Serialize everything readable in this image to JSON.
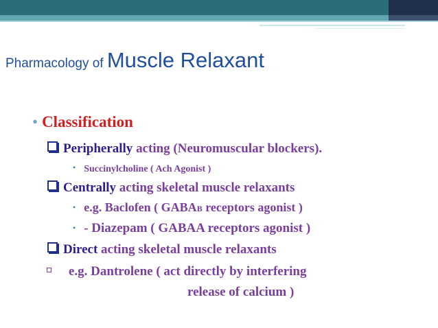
{
  "slide": {
    "title_prefix": "Pharmacology of ",
    "title_main": "Muscle Relaxant",
    "classification": "Classification",
    "items": {
      "l1_bold": "Peripherally",
      "l1_rest": " acting (Neuromuscular blockers).",
      "l2": "Succinylcholine ( Ach Agonist )",
      "l3_bold": "Centrally",
      "l3_rest": " acting skeletal muscle relaxants",
      "l4_a": "e.g. Baclofen ( GABA",
      "l4_sub": "B",
      "l4_b": " receptors agonist )",
      "l5": "- Diazepam ( GABAA receptors agonist )",
      "l6_bold": "Direct",
      "l6_rest": " acting skeletal muscle relaxants",
      "l7": "e.g. Dantrolene ( act directly by interfering",
      "l8": "release of calcium )"
    }
  },
  "colors": {
    "title": "#1f4e9c",
    "heading_red": "#d02020",
    "body_purple": "#7a3e9d",
    "emphasis_navy": "#2b1f8e",
    "header_teal": "#2a6e7a",
    "header_navy": "#1f2f4d"
  }
}
